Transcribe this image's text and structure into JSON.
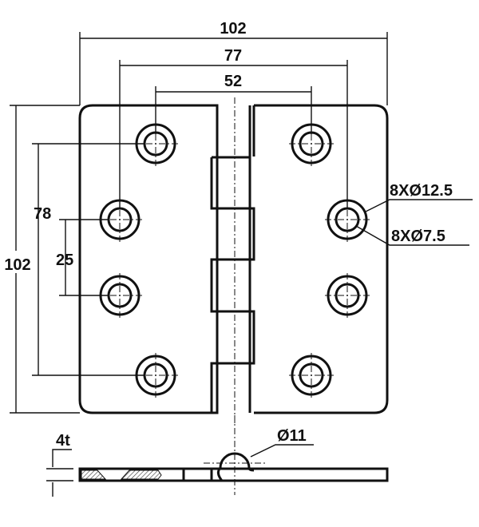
{
  "title_dims": {
    "overall_width": "102",
    "outer_hole_spacing": "77",
    "inner_hole_spacing": "52",
    "overall_height": "102",
    "outer_vertical_spacing": "78",
    "inner_vertical_spacing": "25"
  },
  "callouts": {
    "countersink": "8XØ12.5",
    "hole": "8XØ7.5",
    "knuckle_diameter": "Ø11",
    "thickness": "4t"
  },
  "colors": {
    "line": "#111111",
    "background": "#ffffff"
  }
}
